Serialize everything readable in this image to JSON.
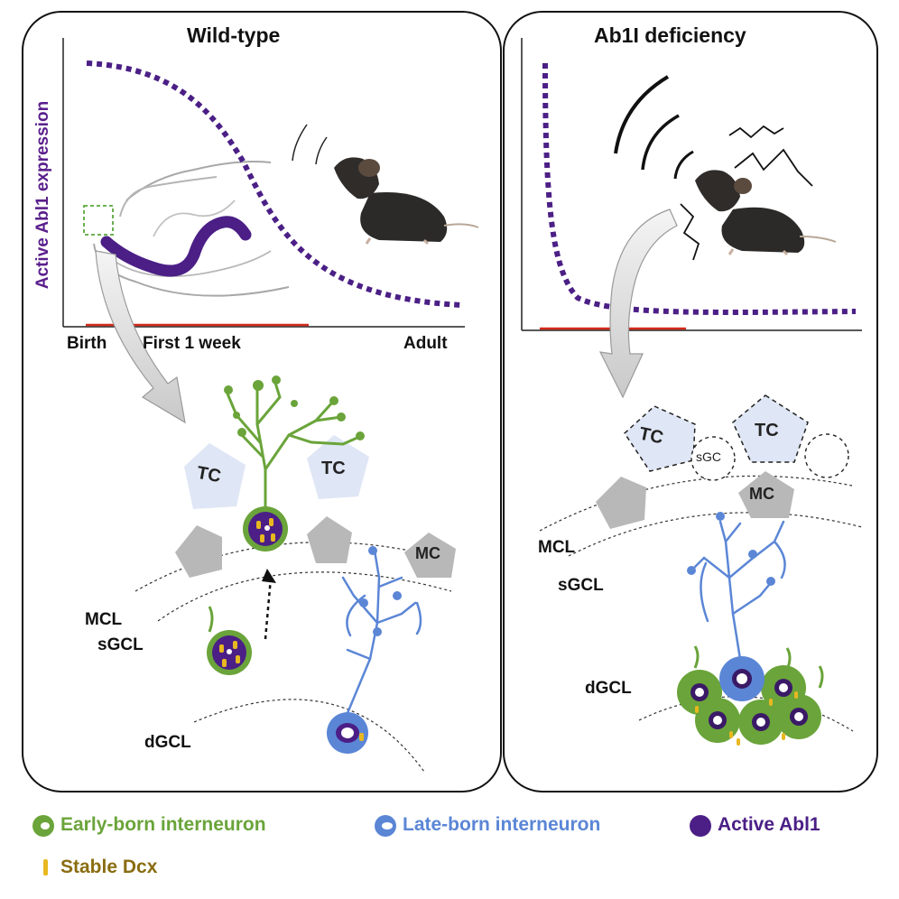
{
  "panels": {
    "wild_type": {
      "title": "Wild-type",
      "y_axis_label": "Active Abl1 expression",
      "x_ticks": [
        "Birth",
        "First 1 week",
        "Adult"
      ],
      "layer_labels": [
        "MCL",
        "sGCL",
        "dGCL"
      ],
      "cell_labels": [
        "TC",
        "TC",
        "MC"
      ]
    },
    "deficiency": {
      "title": "Ab1I deficiency",
      "layer_labels": [
        "MCL",
        "sGCL",
        "dGCL"
      ],
      "cell_labels": [
        "TC",
        "TC",
        "MC",
        "sGC"
      ]
    }
  },
  "legend": {
    "early": "Early-born interneuron",
    "late": "Late-born interneuron",
    "abl1": "Active Abl1",
    "dcx": "Stable Dcx"
  },
  "colors": {
    "purple": "#4b1f86",
    "green": "#6aa43a",
    "blue": "#5b86d6",
    "yellow": "#e8b820",
    "olive": "#8a6d12",
    "red": "#d42a1a",
    "pentagon_blue": "#dfe6f5",
    "pentagon_gray": "#b8b8b8"
  }
}
